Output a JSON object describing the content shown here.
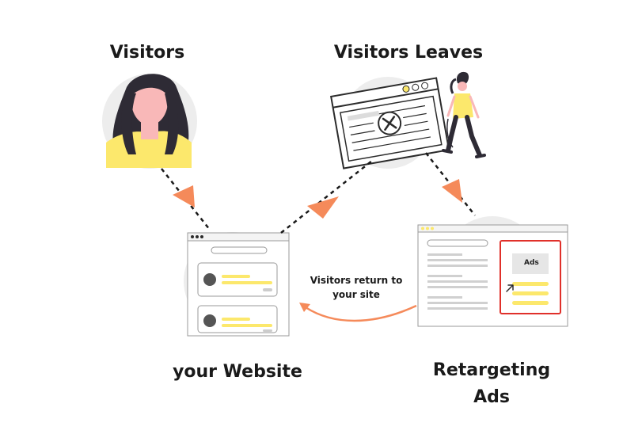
{
  "labels": {
    "visitors": "Visitors",
    "visitors_leaves": "Visitors Leaves",
    "your_website": "your Website",
    "retargeting_line1": "Retargeting",
    "retargeting_line2": "Ads",
    "return_line1": "Visitors return to",
    "return_line2": "your site",
    "ads_box": "Ads"
  },
  "colors": {
    "arrow": "#F58A5A",
    "highlight": "#FCE86C",
    "skin": "#F9B8B8",
    "hair": "#2E2B35",
    "ad_border": "#E0302A",
    "bg_circle": "#EDEDED"
  }
}
